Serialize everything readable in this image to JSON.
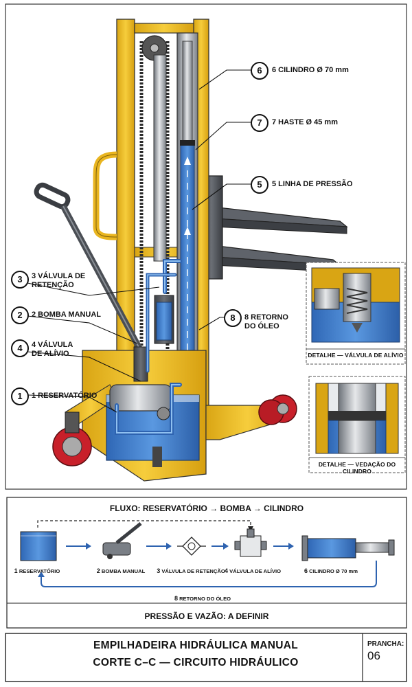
{
  "callouts": {
    "c6": {
      "num": "6",
      "label": "6 CILINDRO Ø 70 mm"
    },
    "c7": {
      "num": "7",
      "label": "7 HASTE Ø 45 mm"
    },
    "c5": {
      "num": "5",
      "label": "5 LINHA DE PRESSÃO"
    },
    "c3": {
      "num": "3",
      "label": "3 VÁLVULA DE\nRETENÇÃO"
    },
    "c2": {
      "num": "2",
      "label": "2 BOMBA MANUAL"
    },
    "c8": {
      "num": "8",
      "label": "8 RETORNO\nDO ÓLEO"
    },
    "c4": {
      "num": "4",
      "label": "4 VÁLVULA\nDE ALÍVIO"
    },
    "c1": {
      "num": "1",
      "label": "1 RESERVATÓRIO"
    }
  },
  "details": {
    "valve": "DETALHE — VÁLVULA DE ALÍVIO",
    "seal": "DETALHE — VEDAÇÃO DO CILINDRO"
  },
  "flow": {
    "title": "FLUXO: RESERVATÓRIO → BOMBA → CILINDRO",
    "items": [
      {
        "num": "1",
        "text": "RESERVATÓRIO"
      },
      {
        "num": "2",
        "text": "BOMBA MANUAL"
      },
      {
        "num": "3",
        "text": "VÁLVULA DE RETENÇÃO"
      },
      {
        "num": "4",
        "text": "VÁLVULA DE ALÍVIO"
      },
      {
        "num": "6",
        "text": "CILINDRO Ø 70 mm"
      }
    ],
    "return_label": {
      "num": "8",
      "text": "RETORNO DO ÓLEO"
    },
    "note": "PRESSÃO E VAZÃO: A DEFINIR"
  },
  "title_block": {
    "line1": "EMPILHADEIRA HIDRÁULICA MANUAL",
    "line2": "CORTE C–C — CIRCUITO HIDRÁULICO",
    "sheet_label": "PRANCHA:",
    "sheet_number": "06"
  },
  "colors": {
    "frame_yellow": "#f2c230",
    "oil_blue": "#3f7fcf",
    "steel_gray": "#8a8f96",
    "wheel_red": "#c8202a"
  }
}
